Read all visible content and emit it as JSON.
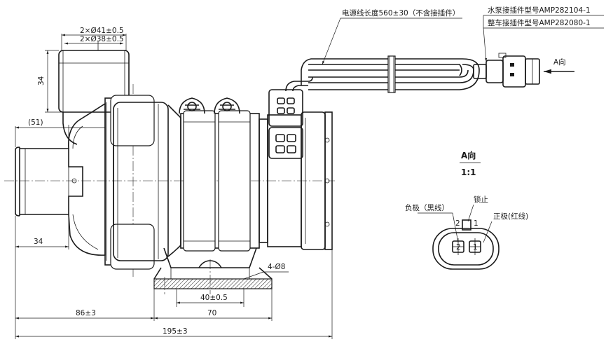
{
  "dimensions": {
    "d41": "2×Ø41±0.5",
    "d38": "2×Ø38±0.5",
    "h34": "34",
    "w51": "(51)",
    "w34": "34",
    "w86": "86±3",
    "w70": "70",
    "w40": "40±0.5",
    "w195": "195±3",
    "holes": "4-Ø8"
  },
  "notes": {
    "cable": "电源线长度560±30（不含接插件）",
    "pump_connector": "水泵接插件型号AMP282104-1",
    "vehicle_connector": "整车接插件型号AMP282080-1",
    "a_arrow": "A向"
  },
  "view_a": {
    "title": "A向",
    "scale": "1:1",
    "negative": "负极（黑线）",
    "lock": "锁止",
    "positive": "正极(红线)",
    "pin2": "2",
    "pin1": "1",
    "pin2_small": "2",
    "pin1_small": "1"
  }
}
